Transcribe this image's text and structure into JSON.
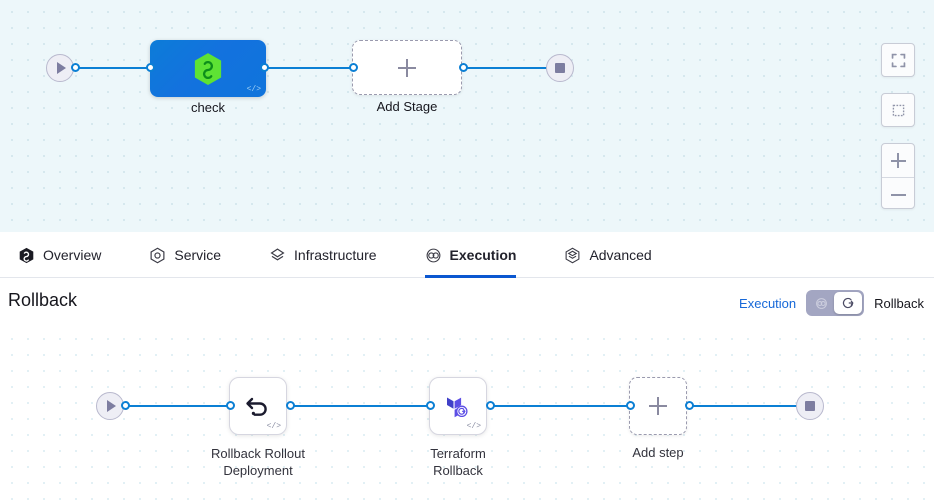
{
  "top_pipeline": {
    "start_node": {
      "name": "start-node",
      "icon": "play-icon"
    },
    "end_node": {
      "name": "end-node",
      "icon": "stop-icon"
    },
    "stages": [
      {
        "label": "check",
        "icon": "harness-hexagon-icon",
        "badge": "</>",
        "type": "stage"
      },
      {
        "label": "Add Stage",
        "icon": "plus-icon",
        "type": "add"
      }
    ]
  },
  "canvas_controls": {
    "fullscreen_label": "fullscreen-icon",
    "select_label": "selection-icon",
    "zoom_in_label": "zoom-in-icon",
    "zoom_out_label": "zoom-out-icon"
  },
  "tabs": [
    {
      "label": "Overview",
      "icon": "harness-hexagon-icon",
      "active": false
    },
    {
      "label": "Service",
      "icon": "service-hexagon-icon",
      "active": false
    },
    {
      "label": "Infrastructure",
      "icon": "infrastructure-layers-icon",
      "active": false
    },
    {
      "label": "Execution",
      "icon": "execution-circles-icon",
      "active": true
    },
    {
      "label": "Advanced",
      "icon": "advanced-layers-icon",
      "active": false
    }
  ],
  "rollback_section": {
    "title": "Rollback",
    "toggle": {
      "left_label": "Execution",
      "right_label": "Rollback",
      "selected": "Rollback",
      "left_icon": "execution-circles-icon",
      "right_icon": "rollback-arrow-icon"
    }
  },
  "bottom_pipeline": {
    "start_node": {
      "name": "start-node",
      "icon": "play-icon"
    },
    "end_node": {
      "name": "end-node",
      "icon": "stop-icon"
    },
    "steps": [
      {
        "label": "Rollback Rollout\nDeployment",
        "icon": "undo-arrow-icon",
        "badge": "</>",
        "type": "step"
      },
      {
        "label": "Terraform\nRollback",
        "icon": "terraform-rollback-icon",
        "badge": "</>",
        "type": "step"
      },
      {
        "label": "Add step",
        "icon": "plus-icon",
        "type": "add"
      }
    ]
  },
  "colors": {
    "edge": "#0b7fd4",
    "accent": "#0b57d0",
    "stage_node": "#0f74dc",
    "link_blue": "#1668d8",
    "toggle_track": "#a3a6c2",
    "top_canvas_bg": "#edf7fa",
    "bottom_canvas_bg": "#ffffff",
    "terraform_purple": "#5c4ee5"
  }
}
